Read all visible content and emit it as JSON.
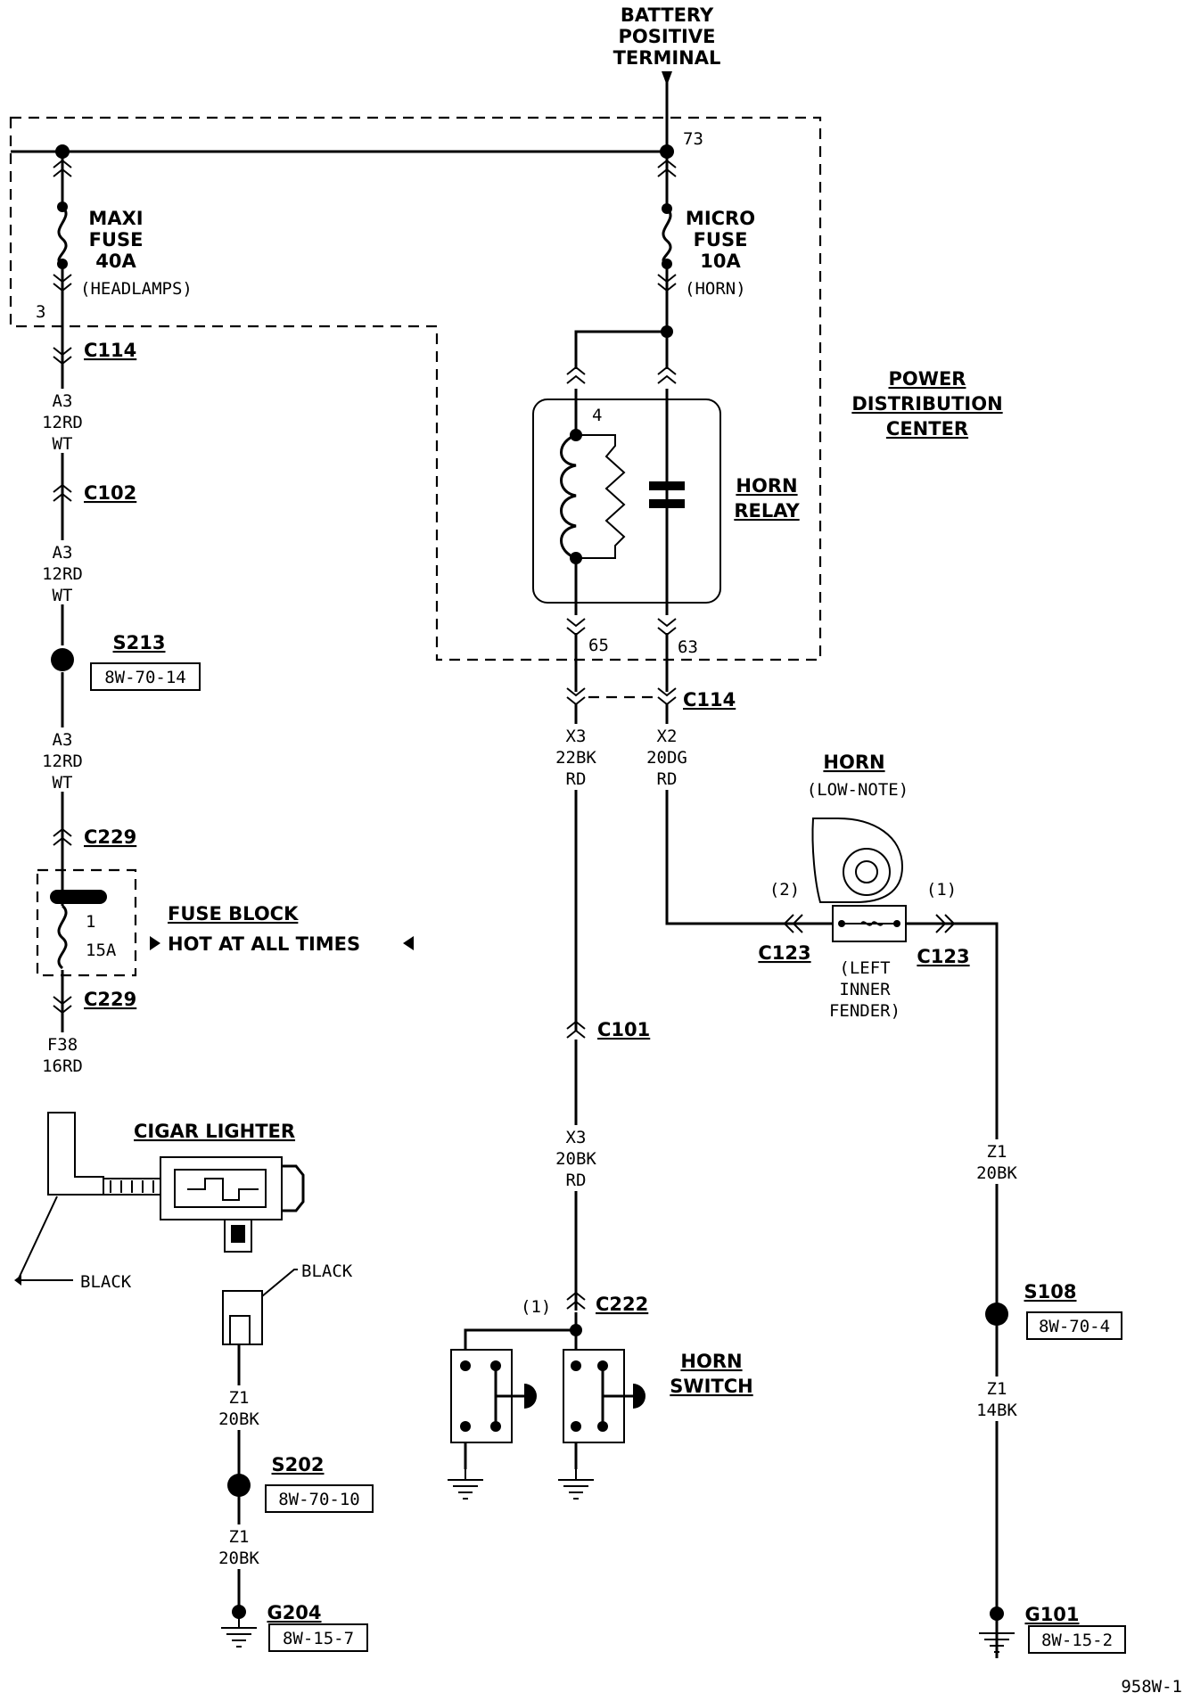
{
  "battery": {
    "l1": "BATTERY",
    "l2": "POSITIVE",
    "l3": "TERMINAL"
  },
  "pdc": {
    "label_l1": "POWER",
    "label_l2": "DISTRIBUTION",
    "label_l3": "CENTER",
    "cavity_73": "73",
    "cavity_3": "3",
    "cavity_4": "4",
    "cavity_65": "65",
    "cavity_63": "63"
  },
  "maxi_fuse": {
    "l1": "MAXI",
    "l2": "FUSE",
    "l3": "40A",
    "l4": "(HEADLAMPS)"
  },
  "micro_fuse": {
    "l1": "MICRO",
    "l2": "FUSE",
    "l3": "10A",
    "l4": "(HORN)"
  },
  "horn_relay": {
    "l1": "HORN",
    "l2": "RELAY"
  },
  "connectors": {
    "c114_left": "C114",
    "c114_right": "C114",
    "c102": "C102",
    "c229_top": "C229",
    "c229_bottom": "C229",
    "c101": "C101",
    "c222": "C222",
    "c123_left": "C123",
    "c123_right": "C123"
  },
  "wires": {
    "a3_1": [
      "A3",
      "12RD",
      "WT"
    ],
    "a3_2": [
      "A3",
      "12RD",
      "WT"
    ],
    "a3_3": [
      "A3",
      "12RD",
      "WT"
    ],
    "f38": [
      "F38",
      "16RD"
    ],
    "z1_lighter_1": [
      "Z1",
      "20BK"
    ],
    "z1_lighter_2": [
      "Z1",
      "20BK"
    ],
    "x3_22": [
      "X3",
      "22BK",
      "RD"
    ],
    "x2_20": [
      "X2",
      "20DG",
      "RD"
    ],
    "x3_20": [
      "X3",
      "20BK",
      "RD"
    ],
    "z1_horn_1": [
      "Z1",
      "20BK"
    ],
    "z1_horn_2": [
      "Z1",
      "14BK"
    ]
  },
  "splices": {
    "s213": "S213",
    "s213_ref": "8W-70-14",
    "s202": "S202",
    "s202_ref": "8W-70-10",
    "s108": "S108",
    "s108_ref": "8W-70-4"
  },
  "grounds": {
    "g204": "G204",
    "g204_ref": "8W-15-7",
    "g101": "G101",
    "g101_ref": "8W-15-2"
  },
  "fuse_block": {
    "title": "FUSE BLOCK",
    "hot": "HOT AT ALL TIMES",
    "num": "1",
    "amp": "15A"
  },
  "cigar_lighter": {
    "title": "CIGAR LIGHTER",
    "black1": "BLACK",
    "black2": "BLACK"
  },
  "horn": {
    "title": "HORN",
    "sub": "(LOW-NOTE)",
    "pin2": "(2)",
    "pin1": "(1)",
    "loc_l1": "(LEFT",
    "loc_l2": "INNER",
    "loc_l3": "FENDER)"
  },
  "horn_switch": {
    "l1": "HORN",
    "l2": "SWITCH",
    "pin1": "(1)"
  },
  "footer": {
    "code": "958W-1"
  }
}
